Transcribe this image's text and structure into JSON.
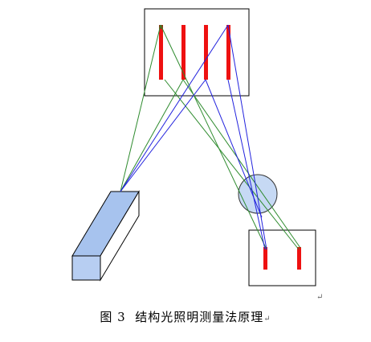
{
  "caption": {
    "label": "图 3",
    "text": "结构光照明测量法原理",
    "return_mark": "↵"
  },
  "colors": {
    "stripe": "#ee1111",
    "stripe_dark": "#8a3a14",
    "ray_green": "#2e8b2e",
    "ray_blue": "#2222dd",
    "projector_face": "#b7cef2",
    "projector_top": "#a7c3ee",
    "lens_fill": "#bcd2f2",
    "frame": "#000000"
  },
  "components": {
    "pattern": "stripe-pattern",
    "projector": "projector",
    "lens": "lens",
    "sensor": "camera-sensor"
  }
}
